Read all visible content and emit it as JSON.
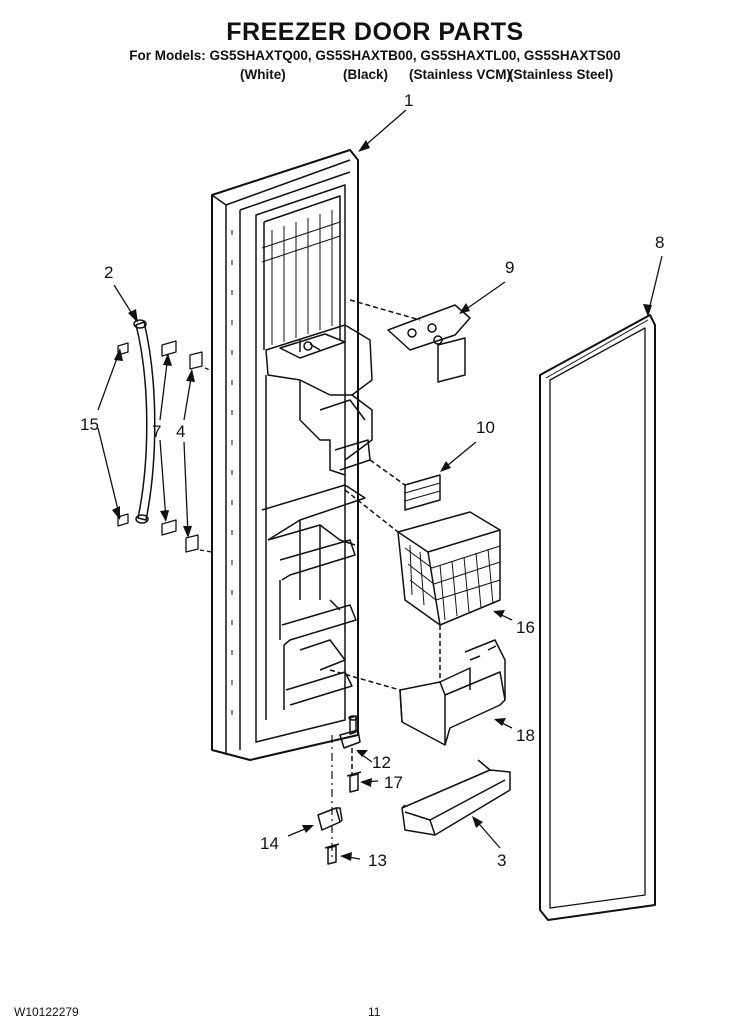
{
  "header": {
    "title": "FREEZER DOOR PARTS",
    "models": "For Models: GS5SHAXTQ00, GS5SHAXTB00, GS5SHAXTL00, GS5SHAXTS00",
    "variants": [
      "(White)",
      "(Black)",
      "(Stainless VCM)",
      "(Stainless Steel)"
    ]
  },
  "callouts": [
    "1",
    "2",
    "15",
    "7",
    "4",
    "8",
    "9",
    "10",
    "16",
    "18",
    "12",
    "17",
    "14",
    "13",
    "3"
  ],
  "footer": {
    "doc_number": "W10122279",
    "page_number": "11"
  }
}
